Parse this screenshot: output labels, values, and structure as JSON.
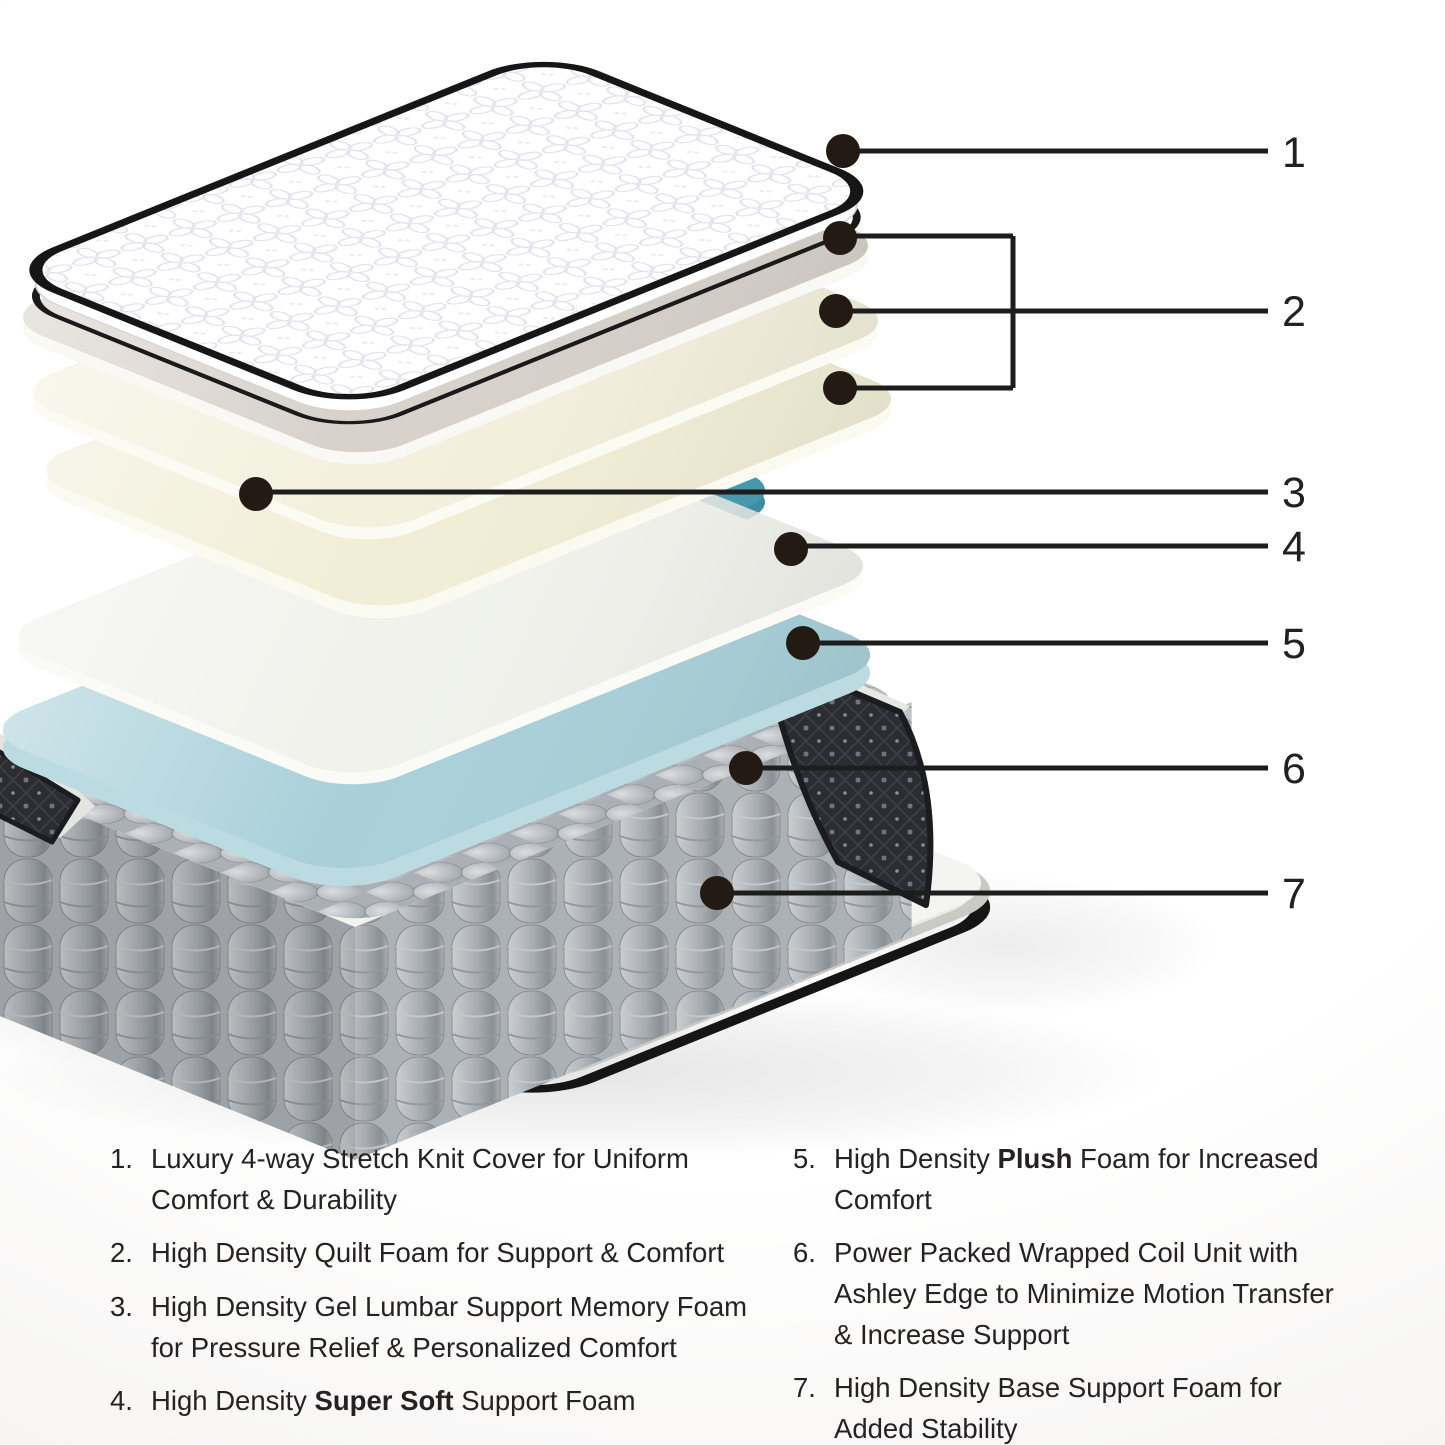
{
  "figure": {
    "title": "Mattress cutaway layer diagram",
    "callouts": {
      "c1": "1",
      "c2": "2",
      "c3": "3",
      "c4": "4",
      "c5": "5",
      "c6": "6",
      "c7": "7"
    }
  },
  "legend": {
    "left": [
      {
        "num": "1.",
        "segments": [
          {
            "text": "Luxury 4-way Stretch Knit Cover for Uniform Comfort & Durability",
            "bold": false
          }
        ]
      },
      {
        "num": "2.",
        "segments": [
          {
            "text": "High Density Quilt Foam for Support & Comfort",
            "bold": false
          }
        ]
      },
      {
        "num": "3.",
        "segments": [
          {
            "text": "High Density Gel Lumbar Support Memory Foam for Pressure Relief & Personalized Comfort",
            "bold": false
          }
        ]
      },
      {
        "num": "4.",
        "segments": [
          {
            "text": "High Density ",
            "bold": false
          },
          {
            "text": "Super Soft",
            "bold": true
          },
          {
            "text": " Support Foam",
            "bold": false
          }
        ]
      }
    ],
    "right": [
      {
        "num": "5.",
        "segments": [
          {
            "text": "High Density ",
            "bold": false
          },
          {
            "text": "Plush",
            "bold": true
          },
          {
            "text": " Foam for Increased Comfort",
            "bold": false
          }
        ]
      },
      {
        "num": "6.",
        "segments": [
          {
            "text": "Power Packed Wrapped Coil Unit with Ashley Edge to Minimize Motion Transfer & Increase Support",
            "bold": false
          }
        ]
      },
      {
        "num": "7.",
        "segments": [
          {
            "text": "High Density Base Support Foam for Added Stability",
            "bold": false
          }
        ]
      }
    ]
  },
  "colors": {
    "cover_top": "#ffffff",
    "piping": "#161616",
    "quilt_foam_top": "#d8d2cb",
    "cream_foam_top": "#f3f1dd",
    "cream_foam2_top": "#f1eed7",
    "gel_top": "#4c9fb4",
    "supersoft_top": "#eef0ea",
    "plush_top": "#a9d0d9",
    "coil_gray": "#aab0b5",
    "base_top": "#f4f4f1",
    "base_foam": "#f1f0ea",
    "quilt_fabric": "#2b2d33",
    "callout": "#1d1d1d",
    "callout_dot": "#231a13"
  }
}
